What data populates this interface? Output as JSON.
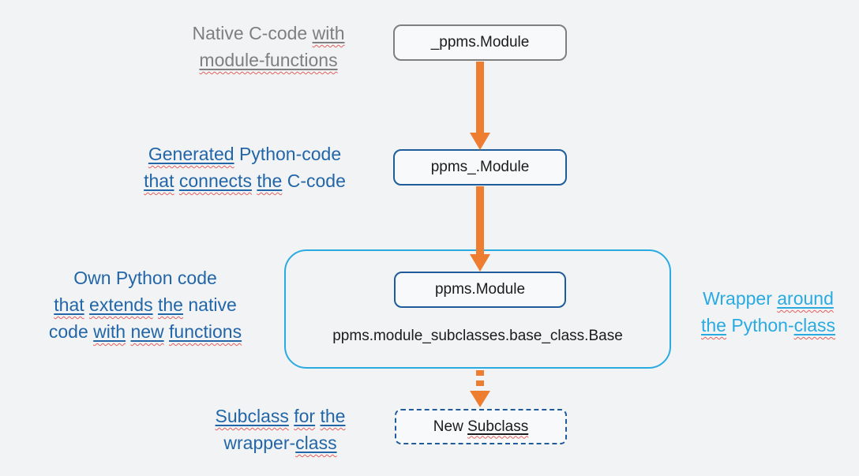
{
  "colors": {
    "background": "#f2f3f4",
    "node_fill": "#f8f9fa",
    "gray": "#7f7f7f",
    "blue_text": "#2366a8",
    "blue_border": "#1f5c99",
    "cyan": "#29abe2",
    "orange": "#ed7d31",
    "squiggle_red": "#e4605e",
    "text": "#1b1b1b"
  },
  "diagram": {
    "type": "flow",
    "direction": "top-down",
    "arrows": [
      {
        "name": "native-to-generated",
        "style": "solid",
        "color": "#ed7d31"
      },
      {
        "name": "generated-to-wrapper",
        "style": "solid",
        "color": "#ed7d31"
      },
      {
        "name": "wrapper-to-subclass",
        "style": "dotted",
        "color": "#ed7d31"
      }
    ]
  },
  "boxes": {
    "native_module": "_ppms.Module",
    "generated_module": "ppms_.Module",
    "wrapper_module": "ppms.Module",
    "base_class_path": "ppms.module_subclasses.base_class.Base",
    "new_subclass_lines": [
      [
        [
          "New ",
          0
        ],
        [
          "Subclass",
          1
        ]
      ]
    ]
  },
  "labels": {
    "native_c": {
      "lines": [
        [
          [
            "Native C-code ",
            0
          ],
          [
            "with",
            1
          ]
        ],
        [
          [
            "module-functions",
            1
          ]
        ]
      ]
    },
    "generated_python": {
      "lines": [
        [
          [
            "Generated",
            1
          ],
          [
            " Python-code",
            0
          ]
        ],
        [
          [
            "that",
            1
          ],
          [
            " ",
            0
          ],
          [
            "connects",
            1
          ],
          [
            " ",
            0
          ],
          [
            "the",
            1
          ],
          [
            " C-code",
            0
          ]
        ]
      ]
    },
    "own_python": {
      "lines": [
        [
          [
            "Own Python code",
            0
          ]
        ],
        [
          [
            "that",
            1
          ],
          [
            " ",
            0
          ],
          [
            "extends",
            1
          ],
          [
            " ",
            0
          ],
          [
            "the",
            1
          ],
          [
            " native",
            0
          ]
        ],
        [
          [
            "code ",
            0
          ],
          [
            "with",
            1
          ],
          [
            " ",
            0
          ],
          [
            "new",
            1
          ],
          [
            " ",
            0
          ],
          [
            "functions",
            1
          ]
        ]
      ]
    },
    "wrapper_around": {
      "lines": [
        [
          [
            "Wrapper ",
            0
          ],
          [
            "around",
            1
          ]
        ],
        [
          [
            "the",
            1
          ],
          [
            " Python-",
            0
          ],
          [
            "class",
            1
          ]
        ]
      ]
    },
    "subclass_for": {
      "lines": [
        [
          [
            "Subclass",
            1
          ],
          [
            " ",
            0
          ],
          [
            "for",
            1
          ],
          [
            " ",
            0
          ],
          [
            "the",
            1
          ]
        ],
        [
          [
            "wrapper-",
            0
          ],
          [
            "class",
            1
          ]
        ]
      ]
    }
  }
}
